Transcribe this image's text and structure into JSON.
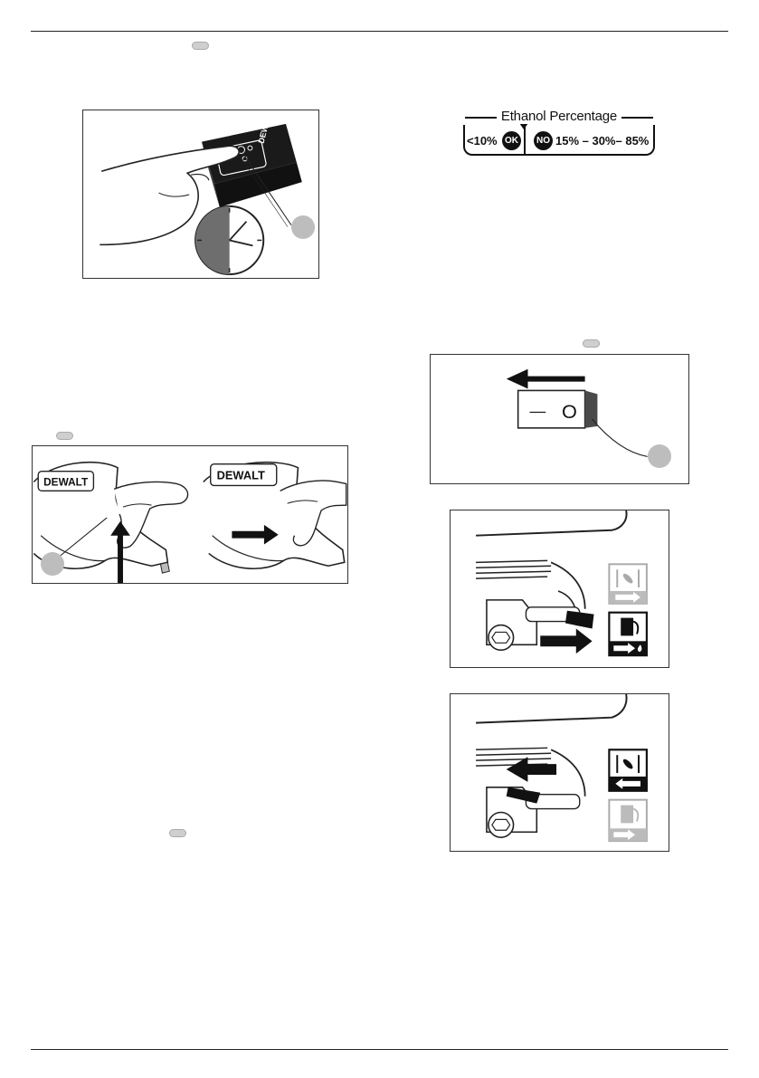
{
  "figure_labels": {
    "dewalt_logo": "DEWALT",
    "dewalt_logo_gun_1": "DEWALT",
    "dewalt_logo_gun_2": "DEWALT",
    "switch_dash": "—",
    "switch_zero": "O"
  },
  "ethanol_label": {
    "title": "Ethanol Percentage",
    "ok_value": "<10%",
    "ok_badge": "OK",
    "no_badge": "NO",
    "no_values": "15% – 30%– 85%"
  },
  "colors": {
    "callout_fill": "#bdbdbd",
    "rule": "#222222",
    "ink": "#111111"
  }
}
